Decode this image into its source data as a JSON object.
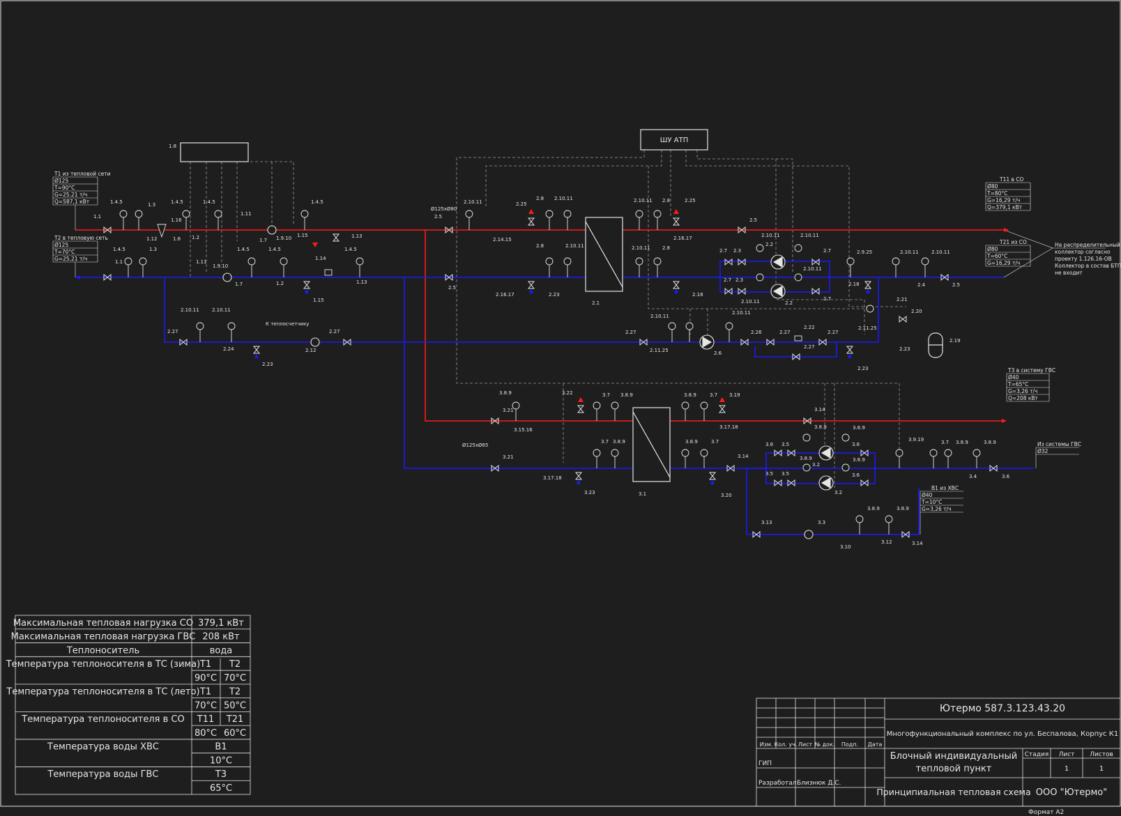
{
  "colors": {
    "background": "#1e1e1e",
    "supply_line": "#ff1a1a",
    "return_line": "#1a1aff",
    "drawing": "#e6e6e6",
    "dashed_control": "#9a9a9a"
  },
  "drawing": {
    "controller_label": "ШУ АТП",
    "cabinet_id": "1.8",
    "inlet_t1": {
      "title": "Т1 из тепловой сети",
      "d": "Ø125",
      "t": "Т=90°С",
      "g": "G=25.21 т/ч",
      "q": "Q=587,1 кВт"
    },
    "inlet_t2": {
      "title": "Т2 в тепловую сеть",
      "d": "Ø125",
      "t": "Т=70°С",
      "g": "G=25.21 т/ч"
    },
    "out_t11": {
      "title": "Т11 в СО",
      "d": "Ø80",
      "t": "Т=80°С",
      "g": "G=16,29 т/ч",
      "q": "Q=379,1 кВт"
    },
    "out_t21": {
      "title": "Т21 из СО",
      "d": "Ø80",
      "t": "Т=60°С",
      "g": "G=16,29 т/ч"
    },
    "collector_note": [
      "На распределительный",
      "коллектор согласно",
      "проекту 1.126.16-ОВ",
      "Коллектор в состав БТП",
      "не входит"
    ],
    "out_t3": {
      "title": "Т3 в систему ГВС",
      "d": "Ø40",
      "t": "Т=65°С",
      "g": "G=3,26 т/ч",
      "q": "Q=208 кВт"
    },
    "in_t4": {
      "title": "Из системы ГВС",
      "d": "Ø32"
    },
    "in_b1": {
      "title": "В1 из ХВС",
      "d": "Ø40",
      "t": "Т=10°С",
      "g": "G=3,26 т/ч"
    },
    "reducer_1": "Ø125хØ80",
    "reducer_2": "Ø125хØ65",
    "to_heat_meter": "К теплосчетчику"
  },
  "params_table": {
    "rows": [
      {
        "label": "Максимальная тепловая нагрузка СО",
        "v1": "379,1 кВт",
        "v2": ""
      },
      {
        "label": "Максимальная тепловая нагрузка ГВС",
        "v1": "208 кВт",
        "v2": ""
      },
      {
        "label": "Теплоноситель",
        "v1": "вода",
        "v2": ""
      },
      {
        "label": "Температура теплоносителя в ТС (зима)",
        "v1": "Т1",
        "v2": "Т2"
      },
      {
        "label": "",
        "v1": "90°С",
        "v2": "70°С"
      },
      {
        "label": "Температура теплоносителя в ТС (лето)",
        "v1": "Т1",
        "v2": "Т2"
      },
      {
        "label": "",
        "v1": "70°С",
        "v2": "50°С"
      },
      {
        "label": "Температура теплоносителя в СО",
        "v1": "Т11",
        "v2": "Т21"
      },
      {
        "label": "",
        "v1": "80°С",
        "v2": "60°С"
      },
      {
        "label": "Температура воды ХВС",
        "v1": "В1",
        "v2": ""
      },
      {
        "label": "",
        "v1": "10°С",
        "v2": ""
      },
      {
        "label": "Температура воды ГВС",
        "v1": "Т3",
        "v2": ""
      },
      {
        "label": "",
        "v1": "65°С",
        "v2": ""
      }
    ]
  },
  "title_block": {
    "doc_code": "Ютермо 587.3.123.43.20",
    "project": "Многофункциональный комплекс по ул. Беспалова, Корпус К1",
    "object_line1": "Блочный индивидуальный",
    "object_line2": "тепловой пункт",
    "sheet_title": "Принципиальная тепловая схема",
    "company": "ООО \"Ютермо\"",
    "stage_hdr": "Стадия",
    "sheet_hdr": "Лист",
    "sheets_hdr": "Листов",
    "stage_val": "",
    "sheet_val": "1",
    "sheets_val": "1",
    "col_headers": [
      "Изм.",
      "Кол. уч.",
      "Лист",
      "№ док.",
      "Подп.",
      "Дата"
    ],
    "role1": "ГИП",
    "role2": "Разработал",
    "developer": "Близнюк Д.С.",
    "format": "Формат А2"
  }
}
